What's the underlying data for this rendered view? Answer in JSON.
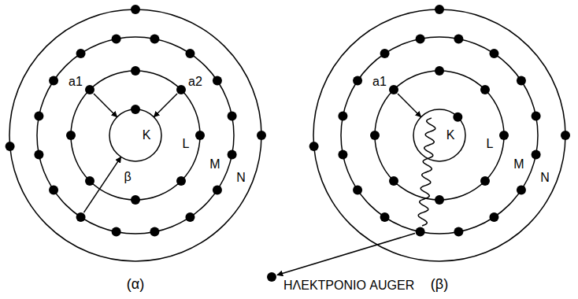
{
  "diagram": {
    "labels": [
      "a1",
      "a2",
      "K",
      "L",
      "β",
      "M",
      "N",
      "(α)",
      "a1",
      "K",
      "L",
      "M",
      "N",
      "ΗΛΕΚΤΡΟΝΙΟ AUGER",
      "(β)"
    ]
  }
}
